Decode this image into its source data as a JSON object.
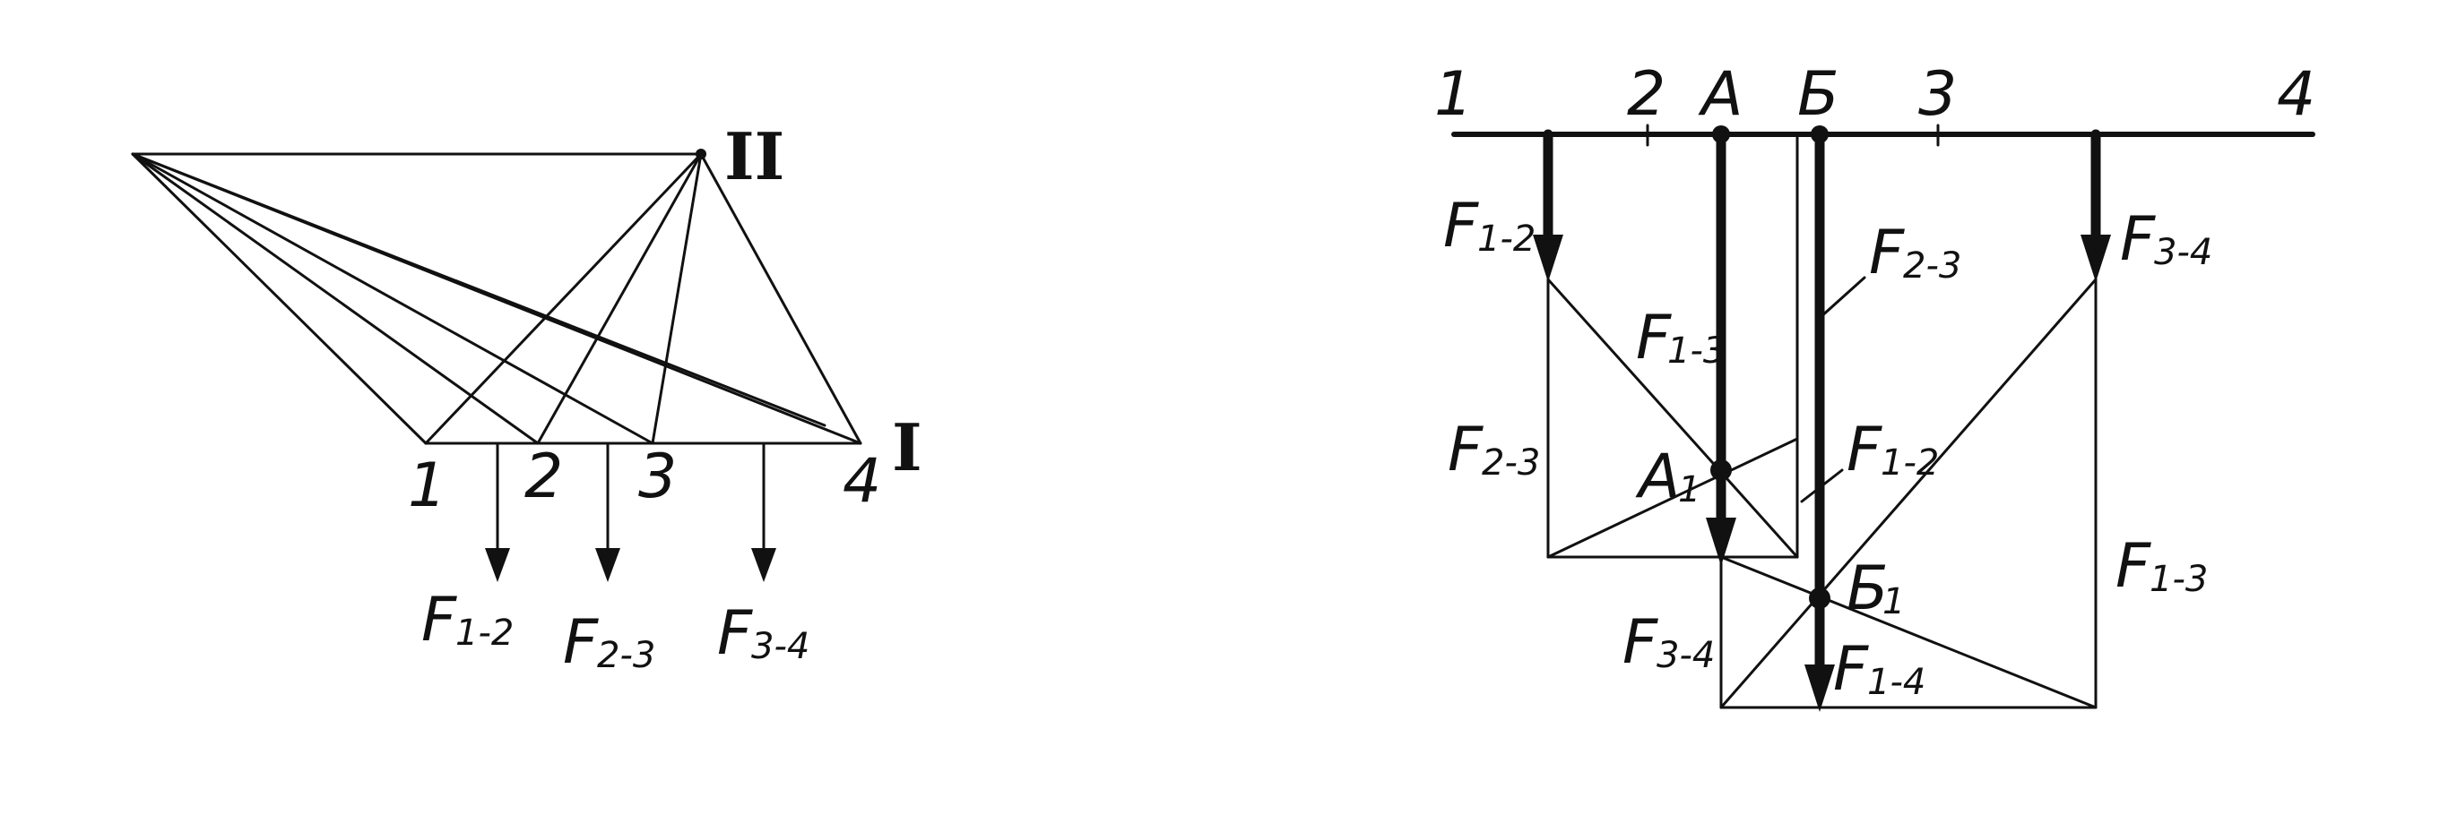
{
  "left": {
    "points": [
      "1",
      "2",
      "3",
      "4"
    ],
    "pole_labels": [
      "II",
      "I"
    ],
    "force_labels": [
      {
        "main": "F",
        "sub": "1-2"
      },
      {
        "main": "F",
        "sub": "2-3"
      },
      {
        "main": "F",
        "sub": "3-4"
      }
    ]
  },
  "right": {
    "top_labels": [
      "1",
      "2",
      "А",
      "Б",
      "3",
      "4"
    ],
    "force_labels": [
      {
        "main": "F",
        "sub": "1-2"
      },
      {
        "main": "F",
        "sub": "1-3"
      },
      {
        "main": "F",
        "sub": "2-3"
      },
      {
        "main": "F",
        "sub": "3-4"
      },
      {
        "main": "F",
        "sub": "2-3"
      },
      {
        "main": "F",
        "sub": "1-2"
      },
      {
        "main": "F",
        "sub": "1-3"
      },
      {
        "main": "F",
        "sub": "3-4"
      },
      {
        "main": "F",
        "sub": "1-4"
      }
    ],
    "point_labels": [
      {
        "main": "А",
        "sub": "1"
      },
      {
        "main": "Б",
        "sub": "1"
      }
    ]
  }
}
